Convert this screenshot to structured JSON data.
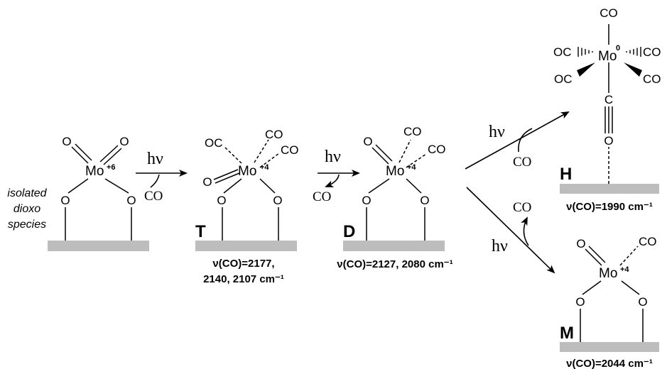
{
  "atoms": {
    "mo": "Mo",
    "o": "O",
    "co": "CO",
    "oc": "OC",
    "c": "C"
  },
  "oxidation": {
    "plus6": "+6",
    "plus4": "+4",
    "zero": "0"
  },
  "photon": "hν",
  "isolated_label": [
    "isolated",
    "dioxo",
    "species"
  ],
  "species": {
    "T": {
      "label": "T",
      "freq_lines": [
        "ν(CO)=2177,",
        "2140, 2107 cm⁻¹"
      ]
    },
    "D": {
      "label": "D",
      "freq_lines": [
        "ν(CO)=2127, 2080 cm⁻¹"
      ]
    },
    "H": {
      "label": "H",
      "freq_lines": [
        "ν(CO)=1990 cm⁻¹"
      ]
    },
    "M": {
      "label": "M",
      "freq_lines": [
        "ν(CO)=2044 cm⁻¹"
      ]
    }
  }
}
